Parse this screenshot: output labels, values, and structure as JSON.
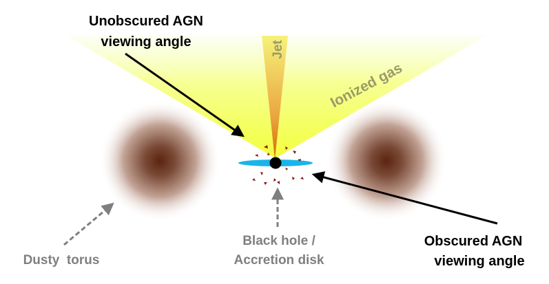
{
  "labels": {
    "unobscured_line1": "Unobscured AGN",
    "unobscured_line2": "viewing angle",
    "jet": "Jet",
    "ionized_gas": "Ionized gas",
    "obscured_line1": "Obscured AGN",
    "obscured_line2": "viewing angle",
    "dusty_torus": "Dusty  torus",
    "black_hole_line1": "Black hole /",
    "black_hole_line2": "Accretion disk"
  },
  "colors": {
    "ionized_gas": "#f5ff5a",
    "jet_base": "#e07a00",
    "jet_top": "#f6f070",
    "torus_core": "#5a2a10",
    "accretion_disk": "#1ab4e8",
    "black_hole": "#000000",
    "grey_label": "#7f7f7f",
    "gas_label": "#9a9a68",
    "dust_clumps": "#8b1a1a"
  }
}
